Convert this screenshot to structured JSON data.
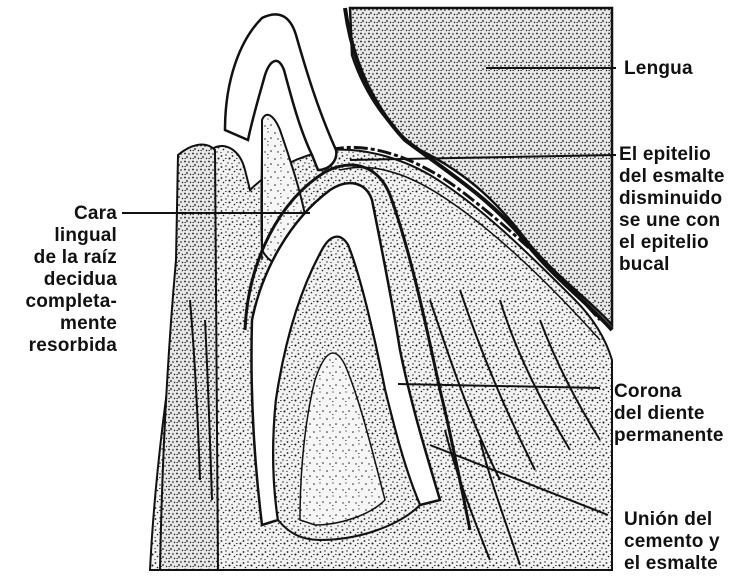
{
  "labels": {
    "lengua": [
      "Lengua"
    ],
    "epitelio": [
      "El epitelio",
      "del esmalte",
      "disminuido",
      "se une con",
      "el epitelio",
      "bucal"
    ],
    "cara": [
      "Cara",
      "lingual",
      "de la raíz",
      "decidua",
      "completa-",
      "mente",
      "resorbida"
    ],
    "corona": [
      "Corona",
      "del diente",
      "permanente"
    ],
    "union": [
      "Unión del",
      "cemento y",
      "el esmalte"
    ]
  },
  "colors": {
    "ink": "#111111",
    "tissue": "#f4f4f4",
    "stipple": "#1a1a1a",
    "enamel": "#ffffff"
  }
}
